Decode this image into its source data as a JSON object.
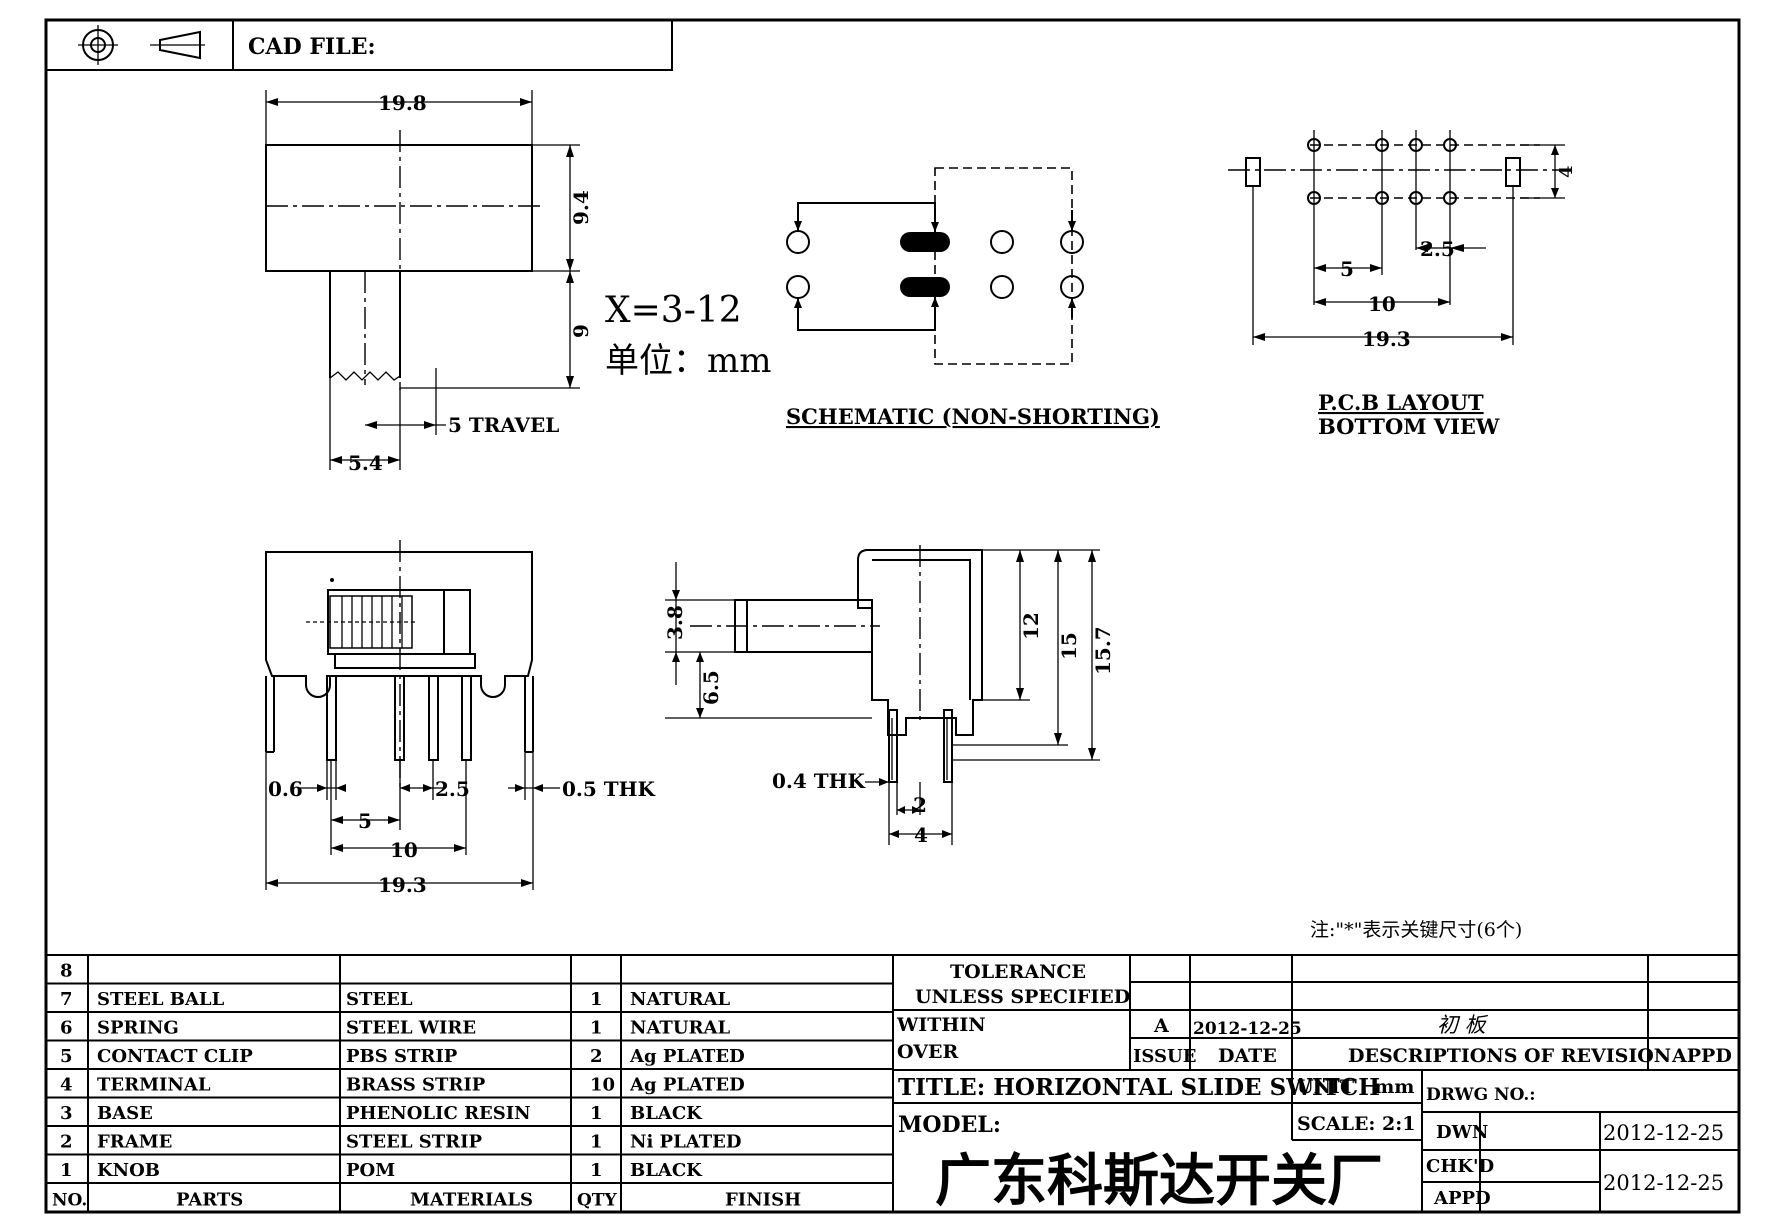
{
  "header": {
    "cad_file_label": "CAD FILE:"
  },
  "top_view": {
    "dim_width": "19.8",
    "dim_height_body": "9.4",
    "dim_height_knob": "9",
    "dim_knob_width": "5.4",
    "travel": "5 TRAVEL",
    "x_range": "X=3-12",
    "unit": "单位：mm"
  },
  "schematic": {
    "title": "SCHEMATIC (NON-SHORTING)"
  },
  "pcb": {
    "title_line1": "P.C.B LAYOUT",
    "title_line2": "BOTTOM VIEW",
    "dim_2_5": "2.5",
    "dim_5": "5",
    "dim_10": "10",
    "dim_19_3": "19.3",
    "dim_4": "4"
  },
  "front_view": {
    "dim_0_6": "0.6",
    "dim_2_5": "2.5",
    "dim_0_5thk": "0.5 THK",
    "dim_5": "5",
    "dim_10": "10",
    "dim_19_3": "19.3"
  },
  "side_view": {
    "dim_3_8": "3.8",
    "dim_6_5": "6.5",
    "dim_12": "12",
    "dim_15": "15",
    "dim_15_7": "15.7",
    "dim_0_4thk": "0.4 THK",
    "dim_2": "2",
    "dim_4": "4"
  },
  "note": "注:\"*\"表示关键尺寸(6个)",
  "bom": {
    "rows": [
      {
        "no": "8",
        "part": "",
        "material": "",
        "qty": "",
        "finish": ""
      },
      {
        "no": "7",
        "part": "STEEL BALL",
        "material": "STEEL",
        "qty": "1",
        "finish": "NATURAL"
      },
      {
        "no": "6",
        "part": "SPRING",
        "material": "STEEL WIRE",
        "qty": "1",
        "finish": "NATURAL"
      },
      {
        "no": "5",
        "part": "CONTACT CLIP",
        "material": "PBS STRIP",
        "qty": "2",
        "finish": "Ag PLATED"
      },
      {
        "no": "4",
        "part": "TERMINAL",
        "material": "BRASS STRIP",
        "qty": "10",
        "finish": "Ag PLATED"
      },
      {
        "no": "3",
        "part": "BASE",
        "material": "PHENOLIC RESIN",
        "qty": "1",
        "finish": "BLACK"
      },
      {
        "no": "2",
        "part": "FRAME",
        "material": "STEEL STRIP",
        "qty": "1",
        "finish": "Ni PLATED"
      },
      {
        "no": "1",
        "part": "KNOB",
        "material": "POM",
        "qty": "1",
        "finish": "BLACK"
      }
    ],
    "headers": {
      "no": "NO.",
      "part": "PARTS",
      "material": "MATERIALS",
      "qty": "QTY",
      "finish": "FINISH"
    }
  },
  "title_block": {
    "tolerance_line1": "TOLERANCE",
    "tolerance_line2": "UNLESS   SPECIFIED",
    "within": "WITHIN",
    "over": "OVER",
    "rev_letter": "A",
    "rev_date": "2012-12-25",
    "rev_desc": "初 板",
    "issue": "ISSUE",
    "date": "DATE",
    "descriptions": "DESCRIPTIONS OF REVISION",
    "appd": "APPD",
    "title": "TITLE: HORIZONTAL SLIDE SWITCH",
    "unit": "UNIT : mm",
    "drwg_no": "DRWG NO.:",
    "model": "MODEL:",
    "scale": "SCALE: 2:1",
    "dwn": "DWN",
    "dwn_date": "2012-12-25",
    "chkd": "CHK'D",
    "appd2": "APPD",
    "chk_date": "2012-12-25",
    "company": "广东科斯达开关厂"
  }
}
